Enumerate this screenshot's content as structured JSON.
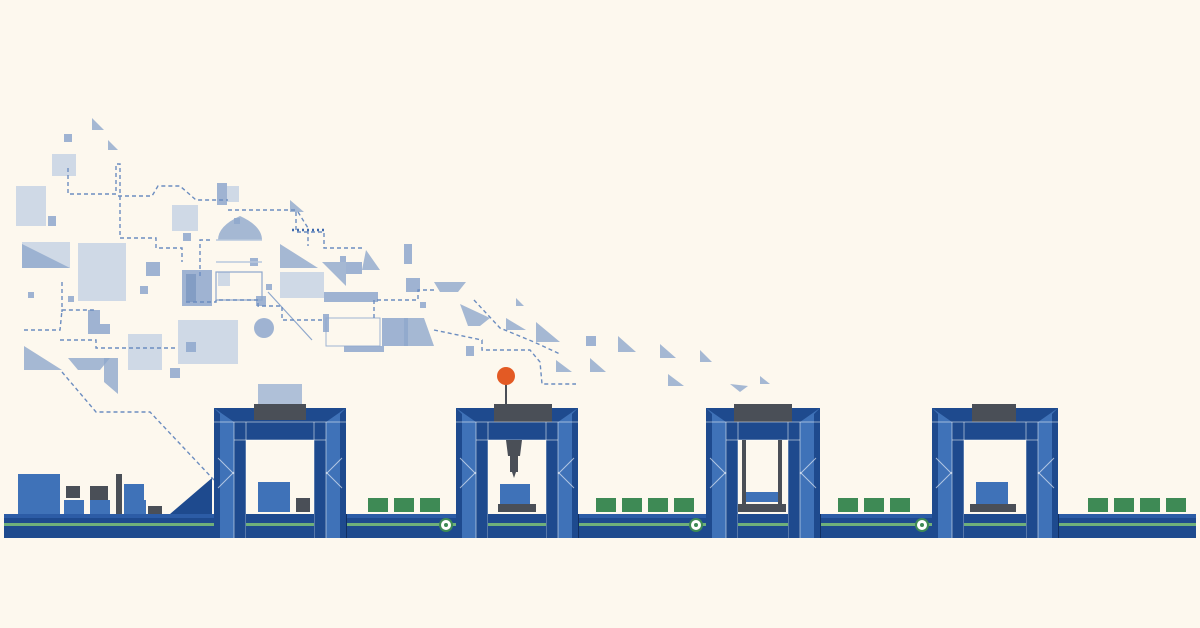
{
  "scene": {
    "subject": "assembly-line-illustration",
    "colors": {
      "background": "#FDF8EE",
      "frame_blue": "#1E4A8E",
      "frame_mid_blue": "#3F72B8",
      "frame_light_blue": "#5B86C4",
      "dark_gray": "#4A4F57",
      "light_gray_blue": "#AFC0D8",
      "fragment_blue": "#8EA7CC",
      "conveyor_green": "#3E8A55",
      "green_stripe": "#6FB07A",
      "accent_orange": "#E35A24",
      "dashed_line": "#6C8DC0"
    },
    "stations": [
      {
        "name": "station-1",
        "tool": "none"
      },
      {
        "name": "station-2",
        "tool": "press-arm-with-indicator"
      },
      {
        "name": "station-3",
        "tool": "press-rails"
      },
      {
        "name": "station-4",
        "tool": "none"
      }
    ],
    "product_groups": [
      3,
      4,
      3,
      4
    ]
  }
}
